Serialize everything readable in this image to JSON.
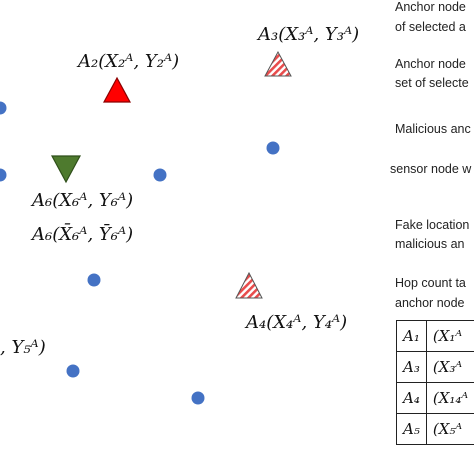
{
  "colors": {
    "sensor_node": "#4472C4",
    "anchor_red": "#FF0000",
    "anchor_hatch": "#E84C4C",
    "malicious_anchor": "#4E7A2E"
  },
  "labels": {
    "a2": "A₂(X₂ᴬ, Y₂ᴬ)",
    "a3": "A₃(X₃ᴬ, Y₃ᴬ)",
    "a6_true": "A₆(X₆ᴬ, Y₆ᴬ)",
    "a6_fake": "A₆(X̄₆ᴬ, Ȳ₆ᴬ)",
    "a4": "A₄(X₄ᴬ, Y₄ᴬ)",
    "a5_partial": ", Y₅ᴬ)"
  },
  "legend": {
    "anchor_red_line1": "Anchor node",
    "anchor_red_line2": "of selected a",
    "anchor_hatch_line1": "Anchor node",
    "anchor_hatch_line2": "set of selecte",
    "malicious": "Malicious anc",
    "sensor": "sensor node w",
    "fake_line1": "Fake location",
    "fake_line2": "malicious an",
    "hop_line1": "Hop count ta",
    "hop_line2": "anchor node"
  },
  "hop_table": [
    {
      "anchor": "A₁",
      "coord": "(X₁ᴬ"
    },
    {
      "anchor": "A₃",
      "coord": "(X₃ᴬ"
    },
    {
      "anchor": "A₄",
      "coord": "(X₁₄ᴬ"
    },
    {
      "anchor": "A₅",
      "coord": "(X₅ᴬ"
    }
  ]
}
